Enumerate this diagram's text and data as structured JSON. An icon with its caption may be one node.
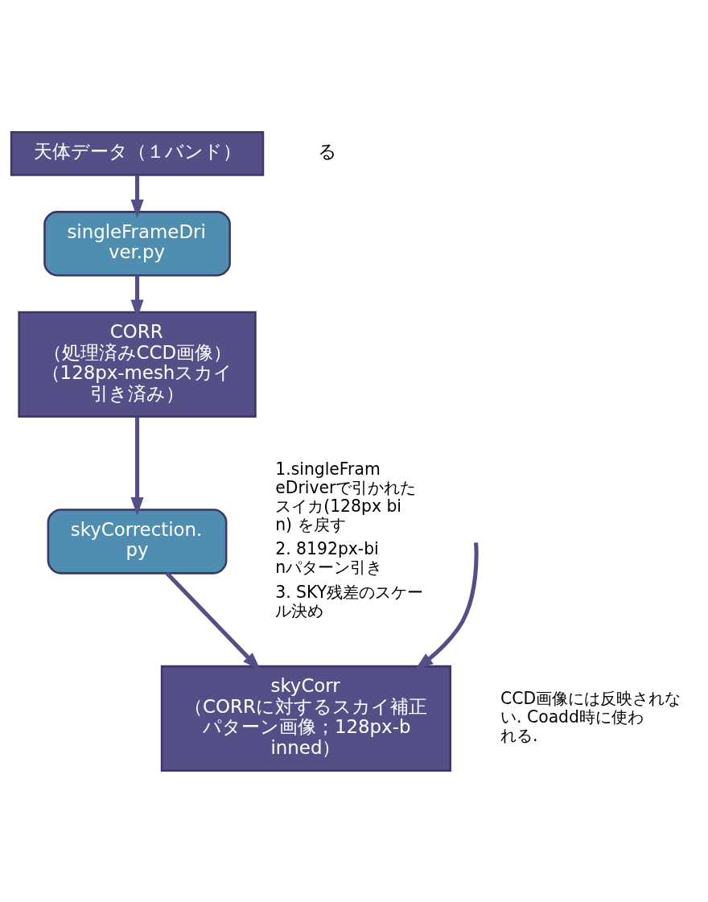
{
  "diagram": {
    "nodes": [
      {
        "text": [
          "天体データ（１バンド）"
        ]
      },
      {
        "text": [
          "singleFrameDriver.py"
        ]
      },
      {
        "text": [
          "CORR",
          "（処理済みCCD画像）",
          "（128px-meshスカイ引き済み）"
        ]
      },
      {
        "text": [
          "skyCorrection.py"
        ],
        "beside": [
          "1.singleFrameDriverで引かれたスイカ(128px bin) を戻す",
          "2. 8192px-binパターン引き",
          "3. SKY残差のスケール決め"
        ]
      },
      {
        "text": [
          "skyCorr",
          "（CORRに対するスカイ補正パターン画像；128px-binned）"
        ],
        "beside": [
          "CCD画像には反映されない. Coadd時に使われる."
        ]
      }
    ],
    "edges": [
      {
        "from": 0,
        "to": 1,
        "arrow": "to"
      },
      {
        "from": 1,
        "to": 2,
        "arrow": "to"
      },
      {
        "from": 2,
        "to": 3,
        "arrow": "to"
      },
      {
        "from": 3,
        "to": 4,
        "arrow": "to"
      },
      {
        "from": null,
        "to": 4,
        "arrow": "to"
      }
    ],
    "labels": [
      "る"
    ]
  }
}
